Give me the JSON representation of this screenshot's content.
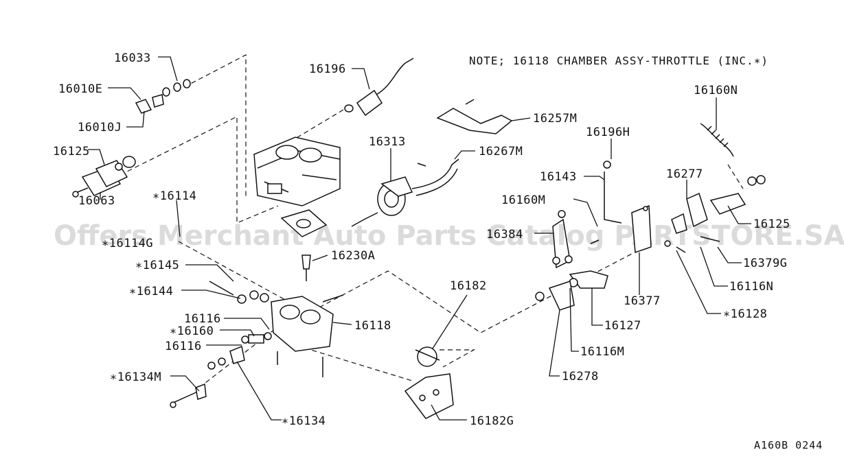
{
  "note": "NOTE; 16118  CHAMBER ASSY-THROTTLE (INC.∗)",
  "watermark": "Offers Merchant Auto Parts Catalog PARTSTORE.SA",
  "drawing_code": "A160B 0244",
  "labels": {
    "p16033": "16033",
    "p16010E": "16010E",
    "p16010J": "16010J",
    "p16125_left": "16125",
    "p16063": "16063",
    "p16114": "∗16114",
    "p16114G": "∗16114G",
    "p16145": "∗16145",
    "p16144": "∗16144",
    "p16116_a": "16116",
    "p16160": "∗16160",
    "p16116_b": "16116",
    "p16134M": "∗16134M",
    "p16134": "∗16134",
    "p16196": "16196",
    "p16313": "16313",
    "p16267M": "16267M",
    "p16257M": "16257M",
    "p16230A": "16230A",
    "p16118": "16118",
    "p16182": "16182",
    "p16182G": "16182G",
    "p16196H": "16196H",
    "p16143": "16143",
    "p16160M": "16160M",
    "p16384": "16384",
    "p16277": "16277",
    "p16160N": "16160N",
    "p16125_right": "16125",
    "p16379G": "16379G",
    "p16116N": "16116N",
    "p16377": "16377",
    "p16128": "∗16128",
    "p16127": "16127",
    "p16116M": "16116M",
    "p16278": "16278"
  }
}
